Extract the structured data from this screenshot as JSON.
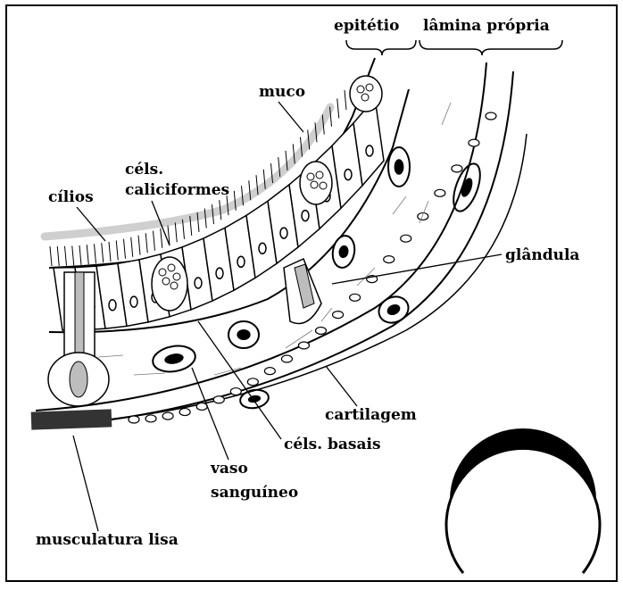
{
  "labels": {
    "epitelio": "epitétio",
    "lamina_propria": "lâmina própria",
    "muco": "muco",
    "cels_line1": "céls.",
    "cels_line2": "caliciformes",
    "cilios": "cílios",
    "glandula": "glândula",
    "cartilagem": "cartilagem",
    "cels_basais": "céls. basais",
    "vaso_line1": "vaso",
    "vaso_line2": "sanguíneo",
    "musculatura": "musculatura lisa"
  }
}
